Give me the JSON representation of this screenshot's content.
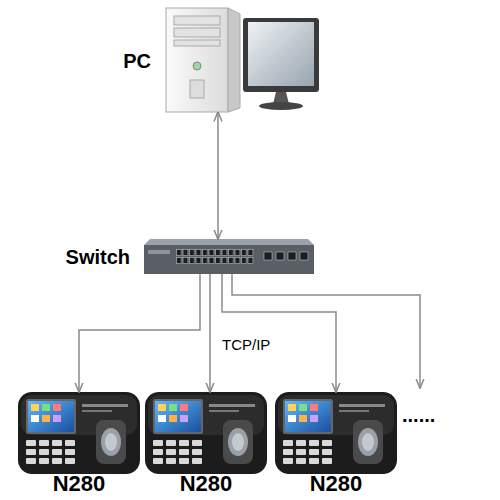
{
  "diagram": {
    "nodes": [
      {
        "text": [
          "PC"
        ]
      },
      {
        "text": [
          "Switch"
        ]
      },
      {
        "text": [
          "N280"
        ]
      },
      {
        "text": [
          "N280"
        ]
      },
      {
        "text": [
          "N280"
        ]
      }
    ],
    "edges": [
      {
        "from": 0,
        "to": 1,
        "arrow": "both"
      },
      {
        "from": 1,
        "to": 2,
        "arrow": "to"
      },
      {
        "from": 1,
        "to": 3,
        "arrow": "to"
      },
      {
        "from": 1,
        "to": 4,
        "arrow": "to"
      }
    ],
    "labels": [
      "TCP/IP",
      "......"
    ]
  }
}
